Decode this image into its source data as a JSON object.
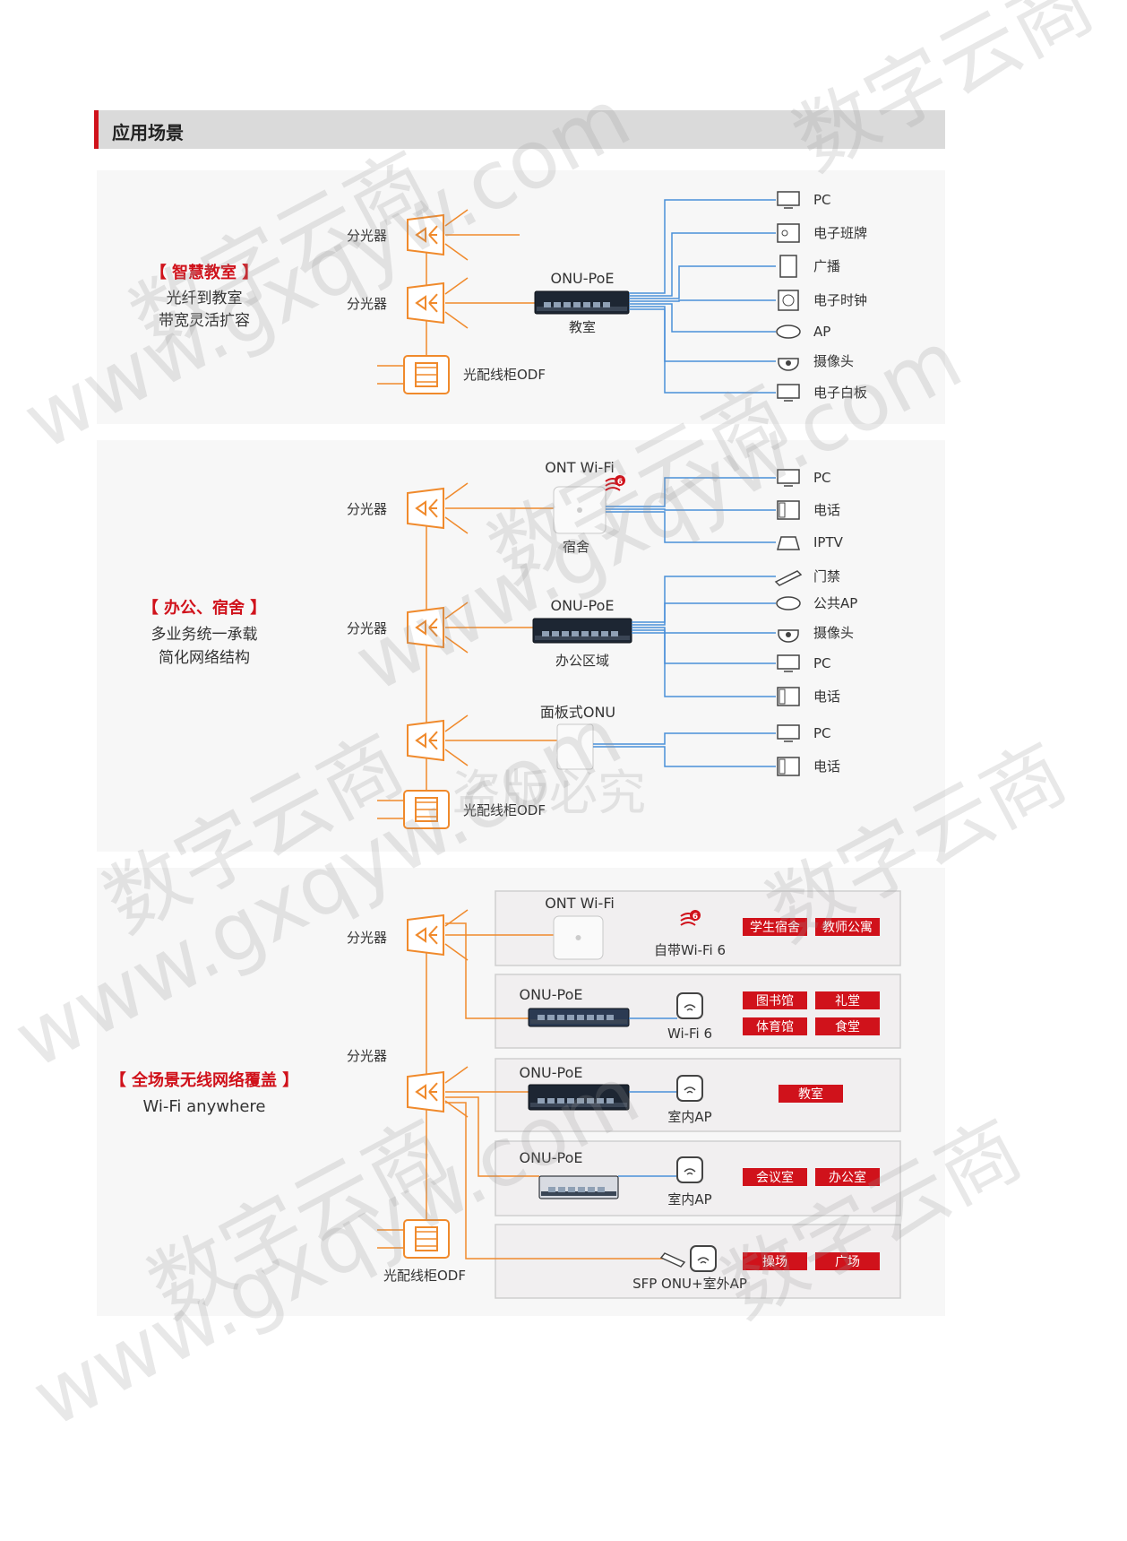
{
  "header": {
    "title": "应用场景"
  },
  "labels": {
    "splitter": "分光器",
    "odf": "光配线柜ODF",
    "onu_poe": "ONU-PoE",
    "ont_wifi": "ONT Wi-Fi",
    "panel_onu": "面板式ONU",
    "classroom": "教室",
    "dorm": "宿舍",
    "office_area": "办公区域"
  },
  "section1": {
    "title": "【 智慧教室 】",
    "line1": "光纤到教室",
    "line2": "带宽灵活扩容",
    "devices": [
      "PC",
      "电子班牌",
      "广播",
      "电子时钟",
      "AP",
      "摄像头",
      "电子白板"
    ]
  },
  "section2": {
    "title": "【 办公、宿舍 】",
    "line1": "多业务统一承载",
    "line2": "简化网络结构",
    "group1_devices": [
      "PC",
      "电话",
      "IPTV"
    ],
    "group2_devices": [
      "门禁",
      "公共AP",
      "摄像头",
      "PC",
      "电话"
    ],
    "group3_devices": [
      "PC",
      "电话"
    ],
    "wifi6_badge": "6"
  },
  "section3": {
    "title": "【 全场景无线网络覆盖 】",
    "subtitle": "Wi-Fi anywhere",
    "rows": [
      {
        "device": "ONT Wi-Fi",
        "ap": "自带Wi-Fi 6",
        "tags": [
          "学生宿舍",
          "教师公寓"
        ]
      },
      {
        "device": "ONU-PoE",
        "ap": "Wi-Fi 6",
        "tags": [
          "图书馆",
          "礼堂",
          "体育馆",
          "食堂"
        ]
      },
      {
        "device": "ONU-PoE",
        "ap": "室内AP",
        "tags": [
          "教室"
        ]
      },
      {
        "device": "ONU-PoE",
        "ap": "室内AP",
        "tags": [
          "会议室",
          "办公室"
        ]
      },
      {
        "device": "",
        "ap": "SFP ONU+室外AP",
        "tags": [
          "操场",
          "广场"
        ]
      }
    ]
  },
  "watermarks": {
    "brand": "数字云商",
    "url": "www.gxqyw.com",
    "notice": "盗版必究"
  },
  "colors": {
    "orange": "#f08a2c",
    "blue": "#4a90d9",
    "red": "#d0121b",
    "grey": "#dadada"
  }
}
